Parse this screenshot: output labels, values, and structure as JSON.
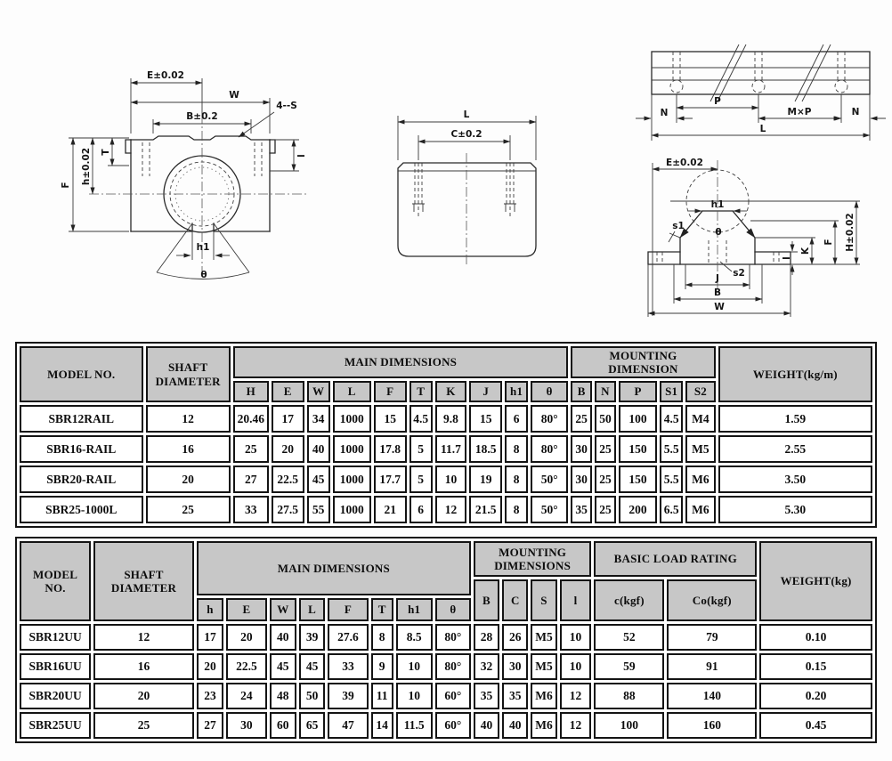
{
  "drawings": {
    "block_front": {
      "e": "E±0.02",
      "w": "W",
      "b": "B±0.2",
      "s": "4--S",
      "t": "T",
      "h": "h±0.02",
      "f": "F",
      "l": "l",
      "h1": "h1",
      "theta": "θ"
    },
    "block_side": {
      "l": "L",
      "c": "C±0.2"
    },
    "rail_top": {
      "n_left": "N",
      "p": "P",
      "mxp": "M×P",
      "n_right": "N",
      "l": "L"
    },
    "rail_section": {
      "e": "E±0.02",
      "h1": "h1",
      "H": "H±0.02",
      "f": "F",
      "k": "K",
      "l": "l",
      "s1": "s1",
      "s2": "s2",
      "theta": "θ",
      "j": "J",
      "b": "B",
      "w": "W"
    }
  },
  "rail_table": {
    "model_header": "MODEL NO.",
    "shaft_header": "SHAFT DIAMETER",
    "main_group": "MAIN DIMENSIONS",
    "mounting_group": "MOUNTING DIMENSION",
    "weight_header": "WEIGHT(kg/m)",
    "main_cols": [
      "H",
      "E",
      "W",
      "L",
      "F",
      "T",
      "K",
      "J",
      "h1",
      "θ"
    ],
    "mounting_cols": [
      "B",
      "N",
      "P",
      "S1",
      "S2"
    ],
    "rows": [
      [
        "SBR12RAIL",
        "12",
        "20.46",
        "17",
        "34",
        "1000",
        "15",
        "4.5",
        "9.8",
        "15",
        "6",
        "80°",
        "25",
        "50",
        "100",
        "4.5",
        "M4",
        "1.59"
      ],
      [
        "SBR16-RAIL",
        "16",
        "25",
        "20",
        "40",
        "1000",
        "17.8",
        "5",
        "11.7",
        "18.5",
        "8",
        "80°",
        "30",
        "25",
        "150",
        "5.5",
        "M5",
        "2.55"
      ],
      [
        "SBR20-RAIL",
        "20",
        "27",
        "22.5",
        "45",
        "1000",
        "17.7",
        "5",
        "10",
        "19",
        "8",
        "50°",
        "30",
        "25",
        "150",
        "5.5",
        "M6",
        "3.50"
      ],
      [
        "SBR25-1000L",
        "25",
        "33",
        "27.5",
        "55",
        "1000",
        "21",
        "6",
        "12",
        "21.5",
        "8",
        "50°",
        "35",
        "25",
        "200",
        "6.5",
        "M6",
        "5.30"
      ]
    ]
  },
  "block_table": {
    "model_header": "MODEL NO.",
    "shaft_header": "SHAFT DIAMETER",
    "main_group": "MAIN DIMENSIONS",
    "mounting_group": "MOUNTING DIMENSIONS",
    "load_group": "BASIC LOAD RATING",
    "weight_header": "WEIGHT(kg)",
    "main_cols": [
      "h",
      "E",
      "W",
      "L",
      "F",
      "T",
      "h1",
      "θ"
    ],
    "mounting_cols": [
      "B",
      "C",
      "S",
      "l"
    ],
    "load_cols": [
      "c(kgf)",
      "Co(kgf)"
    ],
    "rows": [
      [
        "SBR12UU",
        "12",
        "17",
        "20",
        "40",
        "39",
        "27.6",
        "8",
        "8.5",
        "80°",
        "28",
        "26",
        "M5",
        "10",
        "52",
        "79",
        "0.10"
      ],
      [
        "SBR16UU",
        "16",
        "20",
        "22.5",
        "45",
        "45",
        "33",
        "9",
        "10",
        "80°",
        "32",
        "30",
        "M5",
        "10",
        "59",
        "91",
        "0.15"
      ],
      [
        "SBR20UU",
        "20",
        "23",
        "24",
        "48",
        "50",
        "39",
        "11",
        "10",
        "60°",
        "35",
        "35",
        "M6",
        "12",
        "88",
        "140",
        "0.20"
      ],
      [
        "SBR25UU",
        "25",
        "27",
        "30",
        "60",
        "65",
        "47",
        "14",
        "11.5",
        "60°",
        "40",
        "40",
        "M6",
        "12",
        "100",
        "160",
        "0.45"
      ]
    ]
  }
}
